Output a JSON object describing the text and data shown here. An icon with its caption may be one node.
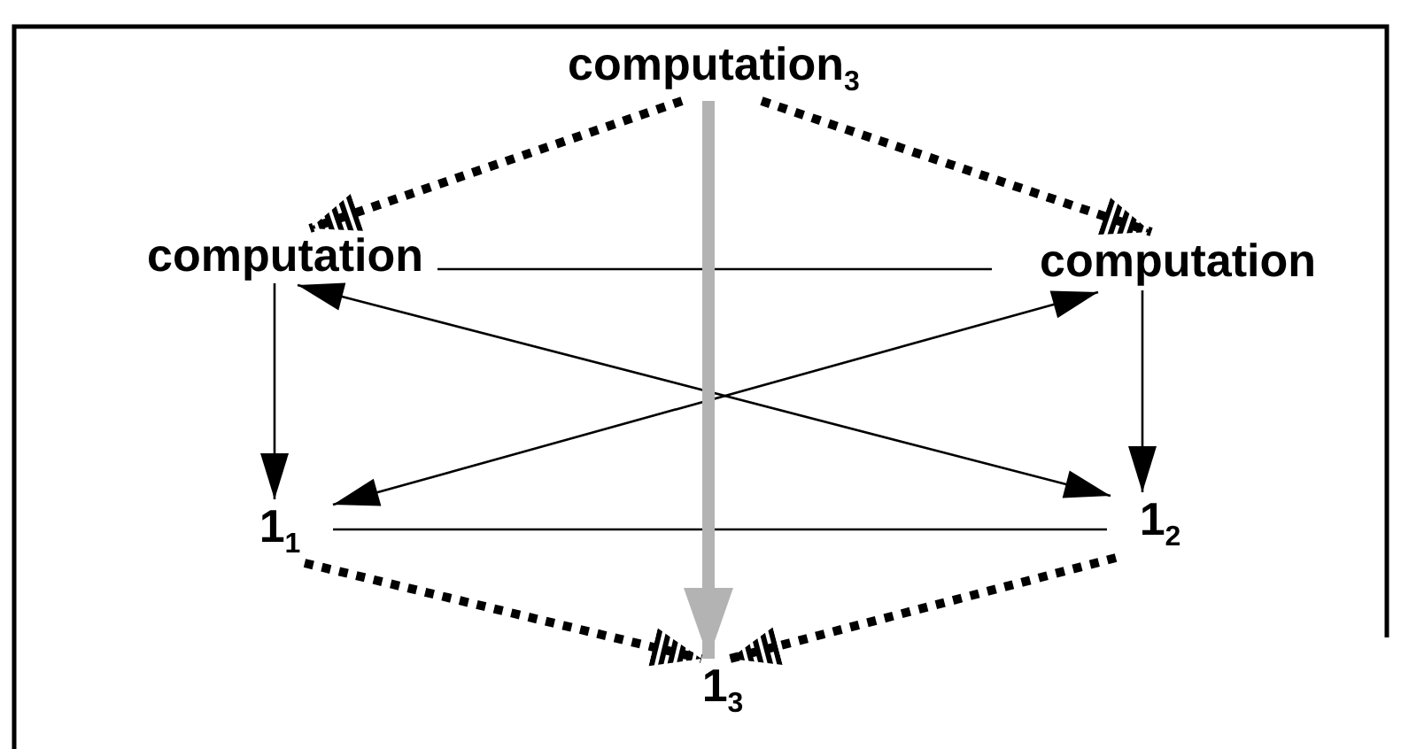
{
  "diagram": {
    "nodes": [
      {
        "text": [
          "computation$_{3}$"
        ]
      },
      {
        "text": [
          "computation"
        ]
      },
      {
        "text": [
          "computation"
        ]
      },
      {
        "text": [
          "1$_{1}$"
        ]
      },
      {
        "text": [
          "1$_{2}$"
        ]
      },
      {
        "text": [
          "1$_{3}$"
        ]
      }
    ],
    "edges": [
      {
        "from": 0,
        "to": 1,
        "arrow": "to",
        "style": "dashed"
      },
      {
        "from": 0,
        "to": 2,
        "arrow": "to",
        "style": "dashed"
      },
      {
        "from": 1,
        "to": 2,
        "arrow": "none"
      },
      {
        "from": 1,
        "to": 3,
        "arrow": "to"
      },
      {
        "from": 2,
        "to": 4,
        "arrow": "to"
      },
      {
        "from": 3,
        "to": 2,
        "arrow": "both"
      },
      {
        "from": 1,
        "to": 4,
        "arrow": "both"
      },
      {
        "from": 3,
        "to": 4,
        "arrow": "none"
      },
      {
        "from": 0,
        "to": 5,
        "arrow": "to",
        "style": "thick",
        "color": "#b3b3b3"
      },
      {
        "from": 3,
        "to": 5,
        "arrow": "to",
        "style": "dashed"
      },
      {
        "from": 4,
        "to": 5,
        "arrow": "to",
        "style": "dashed"
      }
    ]
  }
}
